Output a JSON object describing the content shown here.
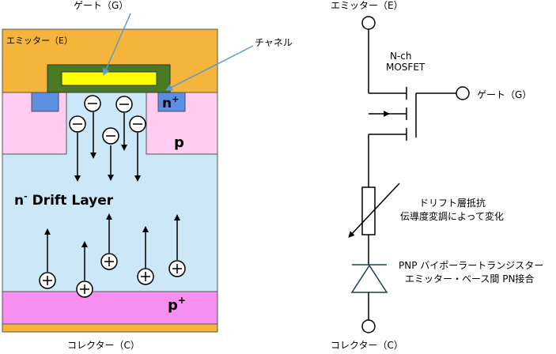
{
  "left_diagram": {
    "gate_label": "ゲート（G）",
    "emitter_label": "エミッター（E）",
    "channel_label": "チャネル",
    "n_plus": "n",
    "n_plus_sup": "+",
    "p": "p",
    "drift_n": "n",
    "drift_sup": "-",
    "drift_text": " Drift Layer",
    "p_plus": "p",
    "p_plus_sup": "+",
    "collector_label": "コレクター（C）"
  },
  "right_diagram": {
    "emitter_label": "エミッター（E）",
    "mosfet_line1": "N-ch",
    "mosfet_line2": "MOSFET",
    "gate_label": "ゲート（G）",
    "resistor_line1": "ドリフト層抵抗",
    "resistor_line2": "伝導度変調によって変化",
    "diode_line1": "PNP バイポーラートランジスター",
    "diode_line2": "エミッター・ベース間 PN接合",
    "collector_label": "コレクター（C）"
  },
  "colors": {
    "emitter_metal": "#f5b43a",
    "gate_oxide": "#4a7a22",
    "gate_poly": "#ffff00",
    "p_region": "#ffccf2",
    "drift_region": "#cce8f8",
    "p_plus_region": "#f78ff0",
    "n_plus_region": "#5b8de0",
    "diode_color": "#1f3d52"
  }
}
